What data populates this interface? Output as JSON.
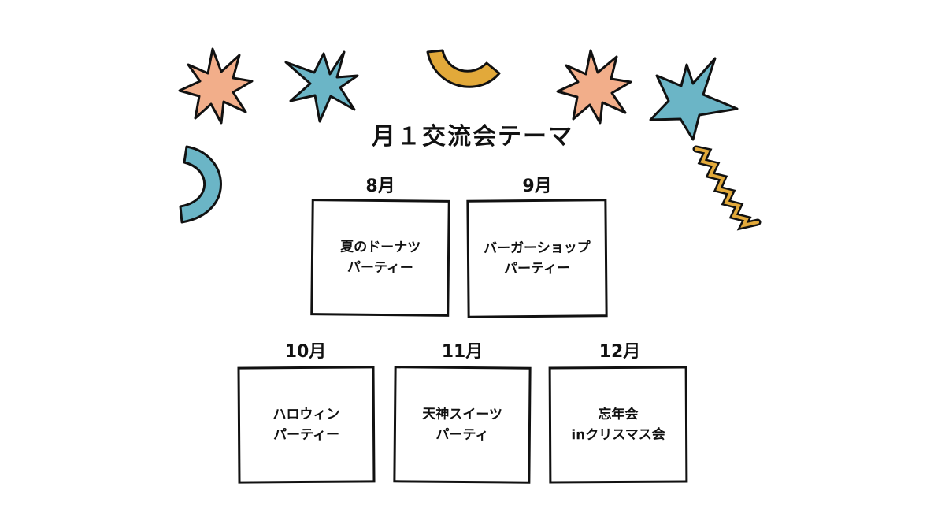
{
  "title": "月１交流会テーマ",
  "colors": {
    "orange": "#F2AE8A",
    "blue": "#6BB5C6",
    "yellow": "#E2A93A",
    "outline": "#111111"
  },
  "schedule": [
    {
      "month": "8月",
      "theme": "夏のドーナツ\nパーティー"
    },
    {
      "month": "9月",
      "theme": "バーガーショップ\nパーティー"
    },
    {
      "month": "10月",
      "theme": "ハロウィン\nパーティー"
    },
    {
      "month": "11月",
      "theme": "天神スイーツ\nパーティ"
    },
    {
      "month": "12月",
      "theme": "忘年会\ninクリスマス会"
    }
  ]
}
